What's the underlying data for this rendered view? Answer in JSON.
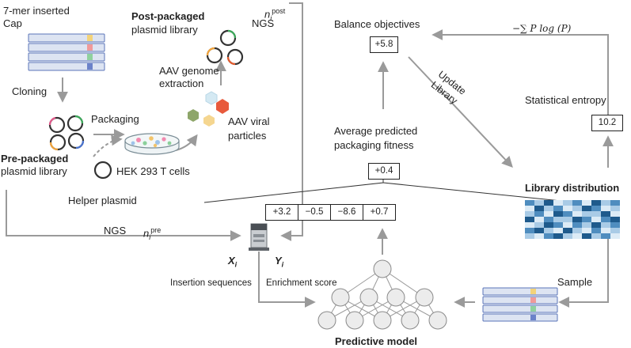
{
  "left": {
    "insert_title_1": "7-mer inserted",
    "insert_title_2": "Cap",
    "cloning": "Cloning",
    "packaging": "Packaging",
    "pre_title_1": "Pre-packaged",
    "pre_title_2": "plasmid library",
    "hek": "HEK 293 T cells",
    "helper": "Helper plasmid",
    "post_title_1": "Post-packaged",
    "post_title_2": "plasmid library",
    "extraction_1": "AAV genome",
    "extraction_2": "extraction",
    "viral_1": "AAV viral",
    "viral_2": "particles",
    "ngs_top": "NGS",
    "n_post_base": "n",
    "n_post_sub": "i",
    "n_post_sup": "post",
    "ngs_bottom": "NGS",
    "n_pre_base": "n",
    "n_pre_sub": "i",
    "n_pre_sup": "pre"
  },
  "model": {
    "x_label": "X",
    "x_sub": "i",
    "y_label": "Y",
    "y_sub": "i",
    "insertion": "Insertion sequences",
    "enrichment": "Enrichment score",
    "title": "Predictive model",
    "avg_1": "Average predicted",
    "avg_2": "packaging fitness",
    "avg_value": "+0.4",
    "leaf_values": [
      "+3.2",
      "−0.5",
      "−8.6",
      "+0.7"
    ]
  },
  "right": {
    "balance": "Balance objectives",
    "balance_value": "+5.8",
    "entropy_formula": "−∑ P log (P)",
    "update_1": "Update",
    "update_2": "Library",
    "entropy_label": "Statistical entropy",
    "entropy_value": "10.2",
    "library_title": "Library distribution",
    "sample": "Sample"
  },
  "colors": {
    "arrow": "#9a9a9a",
    "bar_fill": "#dde4f2",
    "bar_stroke": "#5a74b8",
    "heat_dark": "#1e5a8c",
    "heat_mid": "#4f8dbf",
    "heat_light": "#a9cbe6",
    "heat_pale": "#dcebf6"
  }
}
